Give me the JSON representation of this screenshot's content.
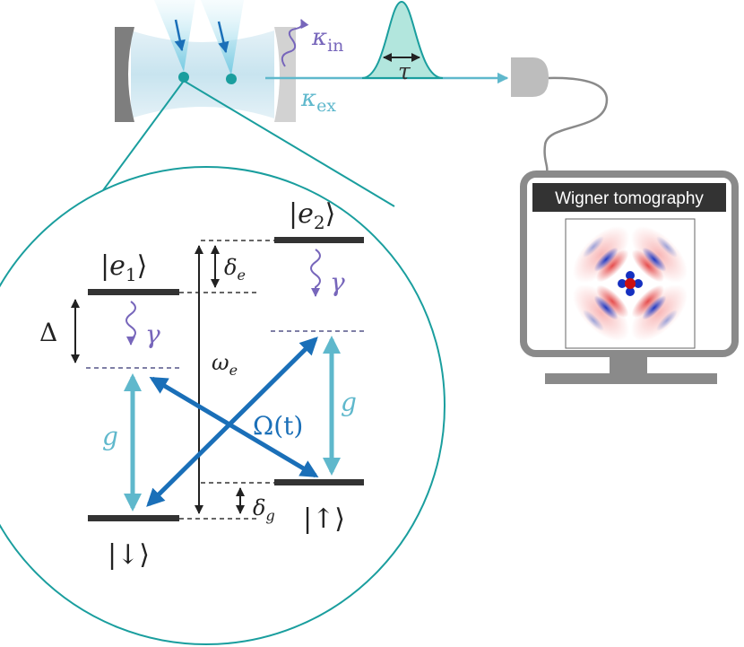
{
  "cavity": {
    "kappa_in_symbol": "κ",
    "kappa_in_sub": "in",
    "kappa_ex_symbol": "κ",
    "kappa_ex_sub": "ex",
    "tau_label": "τ",
    "colors": {
      "teal": "#1a9e9e",
      "purple": "#7766bb",
      "lightblue": "#5fb8cc",
      "mirror": "#8a8a8a"
    }
  },
  "monitor": {
    "title": "Wigner tomography",
    "colors": {
      "frame": "#8a8a8a",
      "title_bg": "#333333",
      "red": "#e03030",
      "blue": "#2040c0"
    }
  },
  "levels": {
    "e1": {
      "ket_open": "|",
      "symbol": "e",
      "sub": "1",
      "ket_close": "⟩"
    },
    "e2": {
      "ket_open": "|",
      "symbol": "e",
      "sub": "2",
      "ket_close": "⟩"
    },
    "down": {
      "ket_open": "|",
      "symbol": "↓",
      "ket_close": "⟩"
    },
    "up": {
      "ket_open": "|",
      "symbol": "↑",
      "ket_close": "⟩"
    },
    "gamma_left": "γ",
    "gamma_right": "γ",
    "Delta": "Δ",
    "g_left": "g",
    "g_right": "g",
    "omega_e_symbol": "ω",
    "omega_e_sub": "e",
    "delta_e_symbol": "δ",
    "delta_e_sub": "e",
    "delta_g_symbol": "δ",
    "delta_g_sub": "g",
    "Omega": "Ω(t)",
    "colors": {
      "level": "#333333",
      "dashed_purple": "#555588",
      "blue_arrow": "#1a6fb8",
      "g_arrow": "#5fb8cc"
    }
  }
}
